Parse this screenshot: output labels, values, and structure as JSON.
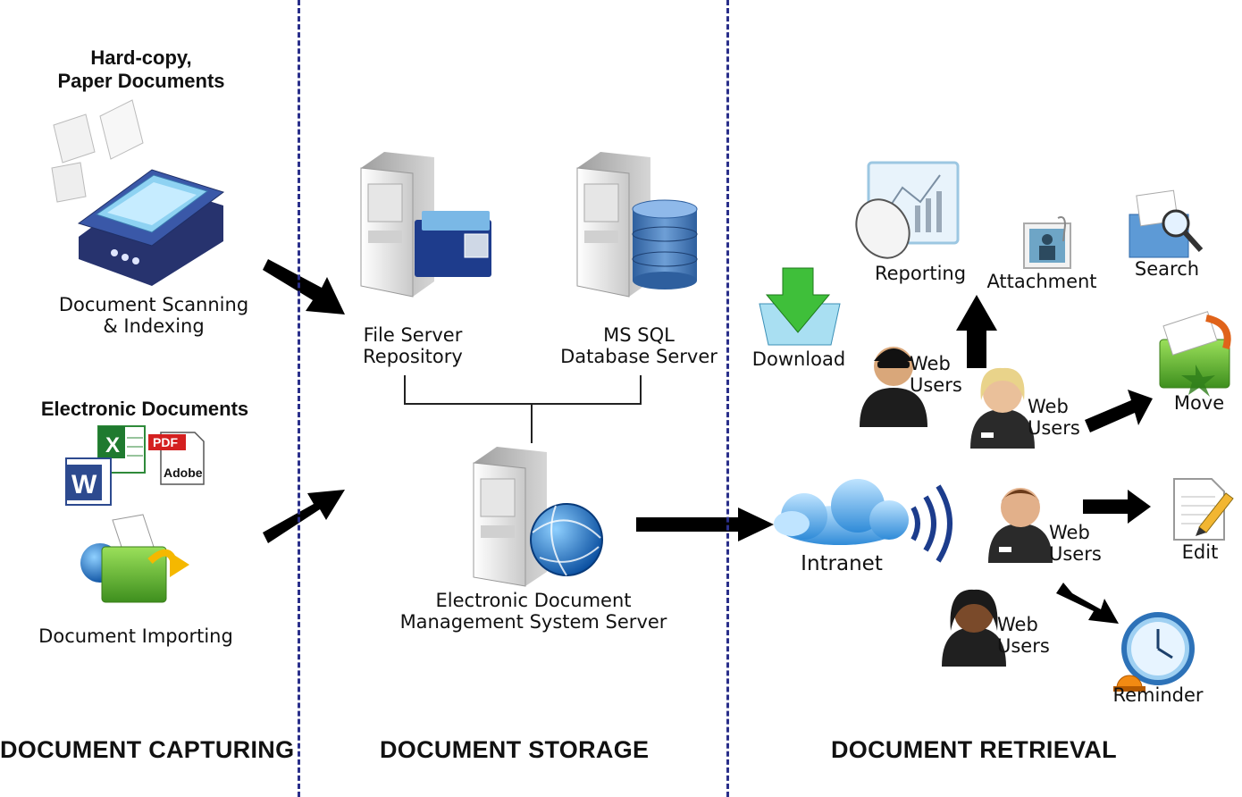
{
  "sections": {
    "capturing": "DOCUMENT CAPTURING",
    "storage": "DOCUMENT STORAGE",
    "retrieval": "DOCUMENT RETRIEVAL"
  },
  "capturing": {
    "paper_heading": "Hard-copy,\nPaper Documents",
    "scanning_label": "Document Scanning\n& Indexing",
    "electronic_heading": "Electronic Documents",
    "pdf_text": "PDF",
    "adobe_text": "Adobe",
    "importing_label": "Document Importing"
  },
  "storage": {
    "file_server_label": "File Server\nRepository",
    "sql_server_label": "MS SQL\nDatabase Server",
    "edms_label": "Electronic Document\nManagement System Server"
  },
  "retrieval": {
    "download_label": "Download",
    "reporting_label": "Reporting",
    "attachment_label": "Attachment",
    "search_label": "Search",
    "move_label": "Move",
    "edit_label": "Edit",
    "reminder_label": "Reminder",
    "intranet_label": "Intranet",
    "web_users_1": "Web\nUsers",
    "web_users_2": "Web\nUsers",
    "web_users_3": "Web\nUsers",
    "web_users_4": "Web\nUsers"
  },
  "colors": {
    "divider": "#2a2f8a",
    "arrow": "#000000",
    "cloud": "#3a9ee0",
    "server": "#d8d8d8"
  }
}
